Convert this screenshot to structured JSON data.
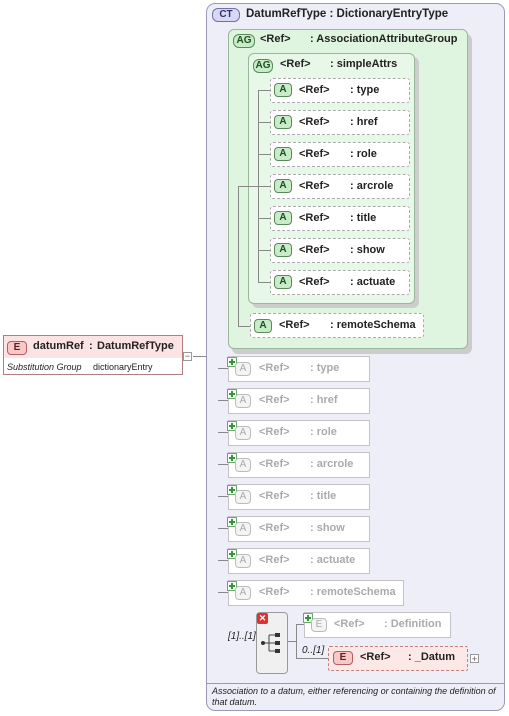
{
  "complex_type": {
    "badge": "CT",
    "title": "DatumRefType : DictionaryEntryType",
    "documentation": "Association to a datum, either referencing or containing the definition of that datum."
  },
  "root_element": {
    "badge": "E",
    "name": "datumRef",
    "sep": ":",
    "type": "DatumRefType",
    "subst_label": "Substitution Group",
    "subst_value": "dictionaryEntry"
  },
  "assoc_group": {
    "badge": "AG",
    "ref": "<Ref>",
    "name": ": AssociationAttributeGroup"
  },
  "simple_group": {
    "badge": "AG",
    "ref": "<Ref>",
    "name": ": simpleAttrs"
  },
  "simple_attrs": [
    {
      "badge": "A",
      "ref": "<Ref>",
      "name": ": type"
    },
    {
      "badge": "A",
      "ref": "<Ref>",
      "name": ": href"
    },
    {
      "badge": "A",
      "ref": "<Ref>",
      "name": ": role"
    },
    {
      "badge": "A",
      "ref": "<Ref>",
      "name": ": arcrole"
    },
    {
      "badge": "A",
      "ref": "<Ref>",
      "name": ": title"
    },
    {
      "badge": "A",
      "ref": "<Ref>",
      "name": ": show"
    },
    {
      "badge": "A",
      "ref": "<Ref>",
      "name": ": actuate"
    }
  ],
  "remote_schema": {
    "badge": "A",
    "ref": "<Ref>",
    "name": ": remoteSchema"
  },
  "inherited_attrs": [
    {
      "badge": "A",
      "ref": "<Ref>",
      "name": ": type"
    },
    {
      "badge": "A",
      "ref": "<Ref>",
      "name": ": href"
    },
    {
      "badge": "A",
      "ref": "<Ref>",
      "name": ": role"
    },
    {
      "badge": "A",
      "ref": "<Ref>",
      "name": ": arcrole"
    },
    {
      "badge": "A",
      "ref": "<Ref>",
      "name": ": title"
    },
    {
      "badge": "A",
      "ref": "<Ref>",
      "name": ": show"
    },
    {
      "badge": "A",
      "ref": "<Ref>",
      "name": ": actuate"
    },
    {
      "badge": "A",
      "ref": "<Ref>",
      "name": ": remoteSchema"
    }
  ],
  "choice": {
    "cardinality": "[1]..[1]"
  },
  "definition_elem": {
    "badge": "E",
    "ref": "<Ref>",
    "name": ": Definition"
  },
  "datum_elem": {
    "badge": "E",
    "ref": "<Ref>",
    "name": ": _Datum",
    "cardinality": "0..[1]"
  }
}
